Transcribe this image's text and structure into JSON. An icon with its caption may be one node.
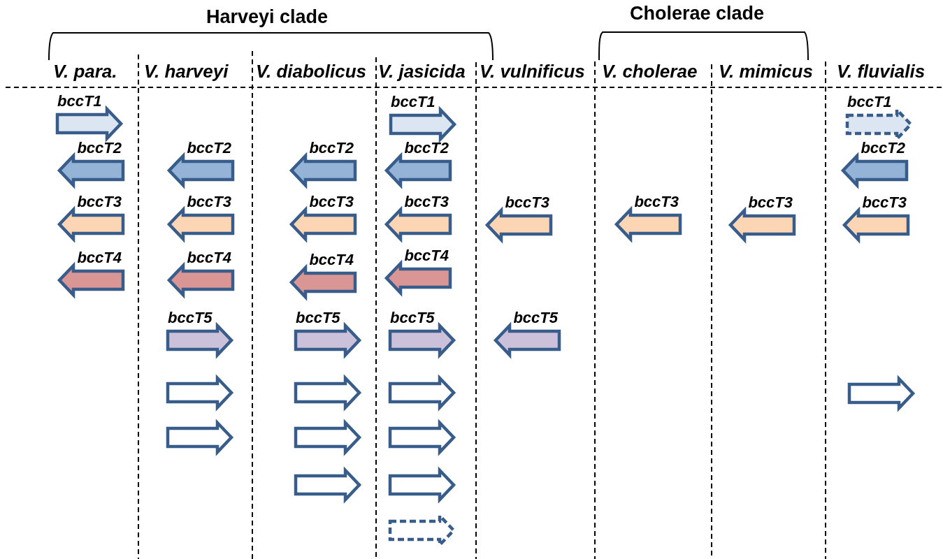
{
  "diagram": {
    "nodes": [
      {
        "text": [
          "bccT1"
        ]
      },
      {
        "text": [
          "bccT1"
        ]
      },
      {
        "text": [
          "bccT1"
        ]
      },
      {
        "text": [
          "bccT2"
        ]
      },
      {
        "text": [
          "bccT2"
        ]
      },
      {
        "text": [
          "bccT2"
        ]
      },
      {
        "text": [
          "bccT2"
        ]
      },
      {
        "text": [
          "bccT2"
        ]
      },
      {
        "text": [
          "bccT3"
        ]
      },
      {
        "text": [
          "bccT3"
        ]
      },
      {
        "text": [
          "bccT3"
        ]
      },
      {
        "text": [
          "bccT3"
        ]
      },
      {
        "text": [
          "bccT3"
        ]
      },
      {
        "text": [
          "bccT3"
        ]
      },
      {
        "text": [
          "bccT3"
        ]
      },
      {
        "text": [
          "bccT3"
        ]
      },
      {
        "text": [
          "bccT4"
        ]
      },
      {
        "text": [
          "bccT4"
        ]
      },
      {
        "text": [
          "bccT4"
        ]
      },
      {
        "text": [
          "bccT4"
        ]
      },
      {
        "text": [
          "bccT5"
        ]
      },
      {
        "text": [
          "bccT5"
        ]
      },
      {
        "text": [
          "bccT5"
        ]
      },
      {
        "text": [
          "bccT5"
        ]
      },
      {
        "text": [],
        "shape": "arrow"
      },
      {
        "text": [],
        "shape": "arrow"
      },
      {
        "text": [],
        "shape": "arrow"
      },
      {
        "text": [],
        "shape": "arrow"
      },
      {
        "text": [],
        "shape": "arrow"
      },
      {
        "text": [],
        "shape": "arrow"
      },
      {
        "text": [],
        "shape": "arrow"
      },
      {
        "text": [],
        "shape": "arrow"
      },
      {
        "text": [],
        "shape": "arrow"
      },
      {
        "text": [],
        "shape": "arrow"
      }
    ],
    "labels": [
      "Harveyi clade",
      "Cholerae clade",
      "V. para.",
      "V. harveyi",
      "V. diabolicus",
      "V. jasicida",
      "V. vulnificus",
      "V. cholerae",
      "V. mimicus",
      "V. fluvialis"
    ]
  }
}
